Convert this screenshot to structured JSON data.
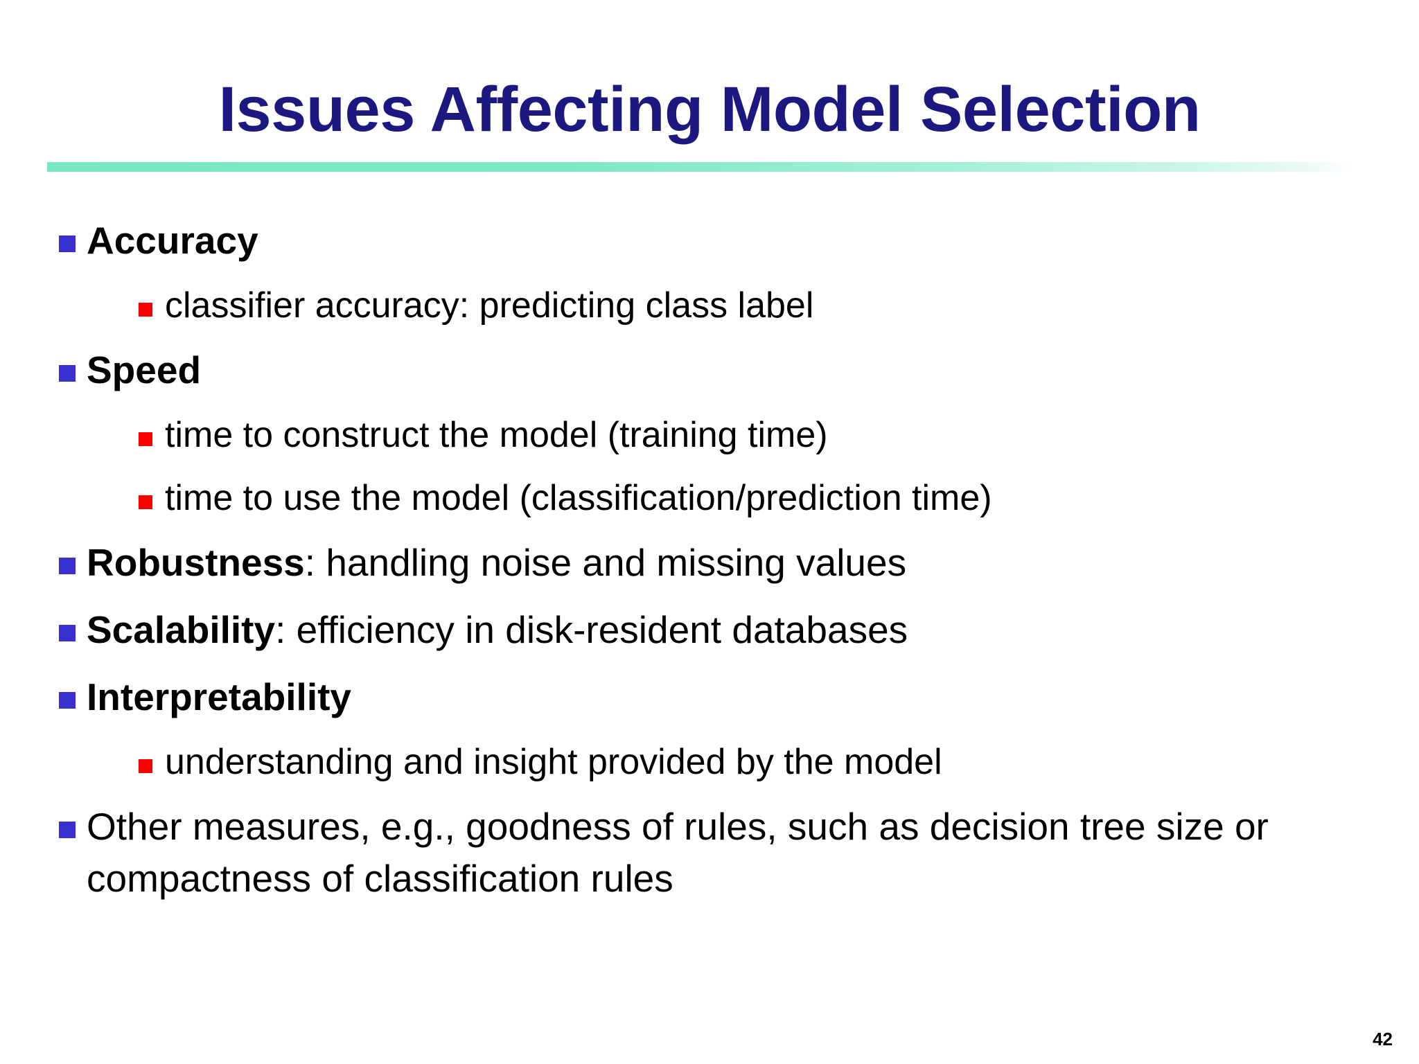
{
  "slide": {
    "title": "Issues Affecting Model Selection",
    "page_number": "42",
    "colors": {
      "title": "#1d1880",
      "rule_start": "#79e6c2",
      "rule_end": "#ffffff",
      "level1_bullet": "#3830cf",
      "level2_bullet": "#fc0000",
      "body_text": "#000000",
      "background": "#ffffff"
    }
  },
  "bullets": [
    {
      "level": 1,
      "bold": true,
      "lead": "Accuracy",
      "rest": "",
      "text": "Accuracy"
    },
    {
      "level": 2,
      "bold": false,
      "lead": "",
      "rest": "",
      "text": "classifier accuracy: predicting class label"
    },
    {
      "level": 1,
      "bold": true,
      "lead": "Speed",
      "rest": "",
      "text": "Speed"
    },
    {
      "level": 2,
      "bold": false,
      "lead": "",
      "rest": "",
      "text": "time to construct the model (training time)"
    },
    {
      "level": 2,
      "bold": false,
      "lead": "",
      "rest": "",
      "text": "time to use the model (classification/prediction time)"
    },
    {
      "level": 1,
      "bold": false,
      "lead": "Robustness",
      "rest": ": handling noise and missing values",
      "text": "Robustness: handling noise and missing values"
    },
    {
      "level": 1,
      "bold": false,
      "lead": "Scalability",
      "rest": ": efficiency in disk-resident databases",
      "text": "Scalability: efficiency in disk-resident databases"
    },
    {
      "level": 1,
      "bold": true,
      "lead": "Interpretability",
      "rest": "",
      "text": "Interpretability"
    },
    {
      "level": 2,
      "bold": false,
      "lead": "",
      "rest": "",
      "text": "understanding and insight provided by the model"
    },
    {
      "level": 1,
      "bold": false,
      "lead": "",
      "rest": "Other measures, e.g., goodness of rules, such as decision tree size or compactness of classification rules",
      "text": "Other measures, e.g., goodness of rules, such as decision tree size or compactness of classification rules"
    }
  ]
}
